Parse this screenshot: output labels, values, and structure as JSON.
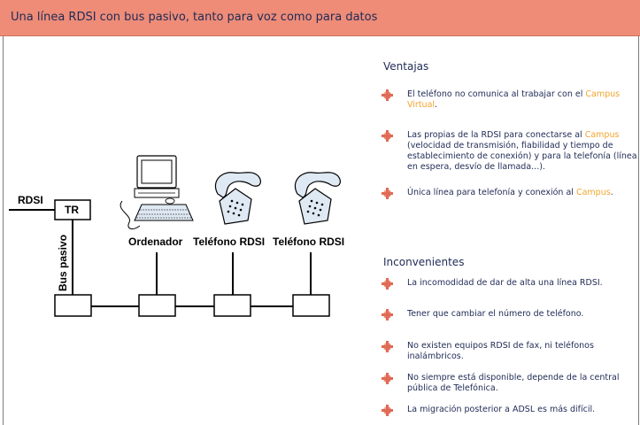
{
  "header": {
    "title": "Una línea RDSI con bus pasivo, tanto para voz como para datos"
  },
  "diagram": {
    "line_label": "RDSI",
    "tr_label": "TR",
    "bus_label": "Bus pasivo",
    "devices": [
      "Ordenador",
      "Teléfono RDSI",
      "Teléfono RDSI"
    ]
  },
  "ventajas": {
    "title": "Ventajas",
    "items": [
      {
        "before": "El teléfono no comunica al trabajar con el ",
        "link": "Campus Virtual",
        "after": "."
      },
      {
        "before": "Las propias de la RDSI para conectarse al ",
        "link": "Campus",
        "after": " (velocidad de transmisión, fiabilidad y tiempo de establecimiento de conexión) y para la telefonía (línea en espera, desvío de llamada...)."
      },
      {
        "before": "Única línea para telefonía y conexión al ",
        "link": "Campus",
        "after": "."
      }
    ]
  },
  "inconvenientes": {
    "title": "Inconvenientes",
    "items": [
      "La incomodidad de dar de alta una línea RDSI.",
      "Tener que cambiar el número de teléfono.",
      "No existen equipos RDSI de fax, ni teléfonos inalámbricos.",
      "No siempre está disponible, depende de la central pública de Telefónica.",
      "La migración posterior a ADSL es más difícil."
    ]
  },
  "colors": {
    "header_bg": "#ee8c78",
    "title_text": "#1f2a55",
    "link": "#f0a52d",
    "bullet": "#e06a55"
  }
}
